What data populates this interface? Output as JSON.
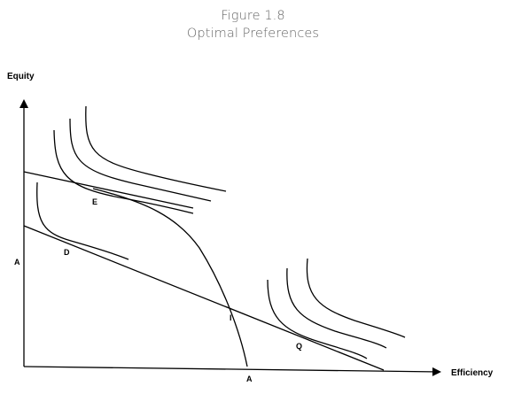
{
  "figure": {
    "number": "Figure 1.8",
    "title": "Optimal Preferences"
  },
  "axes": {
    "y_label": "Equity",
    "x_label": "Efficiency",
    "y_intercept_label": "A",
    "x_intercept_label": "A"
  },
  "points": {
    "E": "E",
    "D": "D",
    "I": "I",
    "Q": "Q"
  },
  "colors": {
    "line": "#000000",
    "caption": "#666666"
  }
}
